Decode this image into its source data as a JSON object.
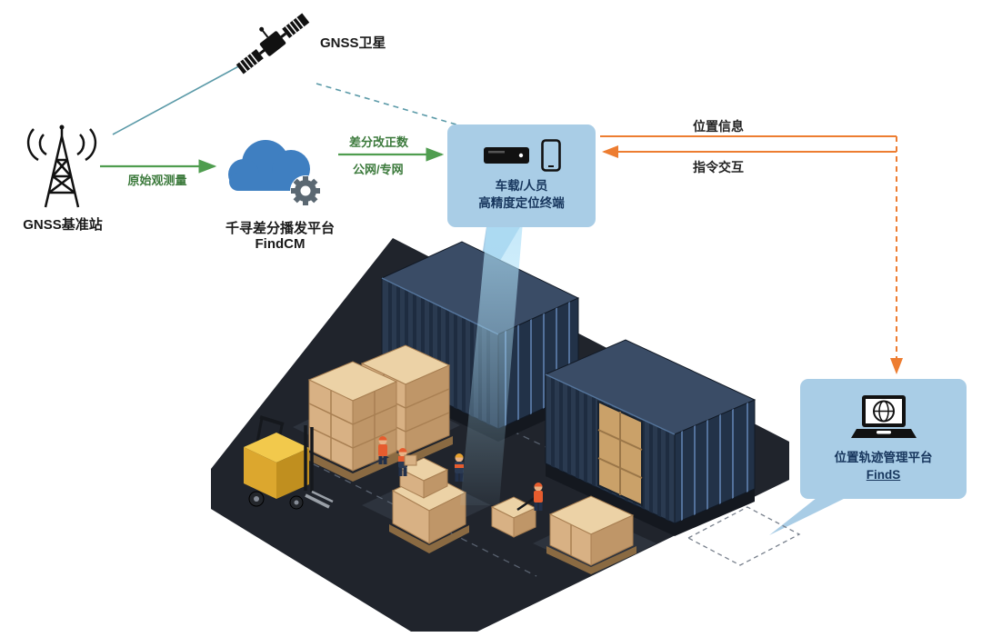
{
  "nodes": {
    "satellite_label": "GNSS卫星",
    "base_station_label": "GNSS基准站",
    "cloud_label_line1": "千寻差分播发平台",
    "cloud_label_line2": "FindCM",
    "terminal_label_line1": "车载/人员",
    "terminal_label_line2": "高精度定位终端",
    "finds_label_line1": "位置轨迹管理平台",
    "finds_label_line2": "FindS"
  },
  "flows": {
    "raw_observation": "原始观测量",
    "diff_correction_line1": "差分改正数",
    "diff_correction_line2": "公网/专网",
    "position_info": "位置信息",
    "command_interaction": "指令交互"
  },
  "colors": {
    "green_arrow": "#4f9d4f",
    "green_label": "#3c7a3c",
    "orange_arrow": "#ed7d31",
    "teal_line": "#5b9aa8",
    "callout_bg": "#a9cde6",
    "callout_text": "#17365d",
    "cloud_blue": "#3f7fc1",
    "gear_gray": "#5b6872"
  }
}
